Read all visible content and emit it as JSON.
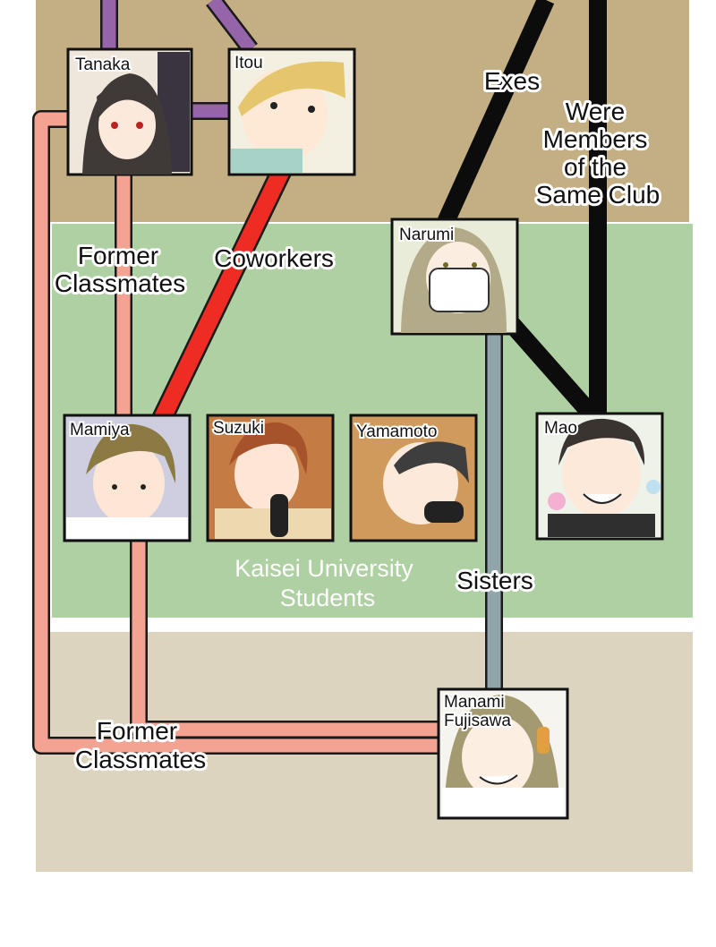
{
  "colors": {
    "top_band": "#c4ae84",
    "middle_band": "#aed0a2",
    "bottom_band": "#ddd4c0",
    "purple_link": "#9664a8",
    "salmon_link": "#f4a393",
    "red_link": "#ef2c24",
    "black_link": "#0c0c0c",
    "gray_link": "#8fa5a9"
  },
  "characters": {
    "tanaka": "Tanaka",
    "itou": "Itou",
    "narumi": "Narumi",
    "mamiya": "Mamiya",
    "suzuki": "Suzuki",
    "yamamoto": "Yamamoto",
    "mao": "Mao",
    "manami_line1": "Manami",
    "manami_line2": "Fujisawa"
  },
  "relations": {
    "exes": "Exes",
    "same_club_1": "Were",
    "same_club_2": "Members",
    "same_club_3": "of the",
    "same_club_4": "Same Club",
    "former_classmates_top_1": "Former",
    "former_classmates_top_2": "Classmates",
    "coworkers": "Coworkers",
    "sisters": "Sisters",
    "former_classmates_bottom_1": "Former",
    "former_classmates_bottom_2": "Classmates"
  },
  "groups": {
    "kaisei_1": "Kaisei University",
    "kaisei_2": "Students"
  }
}
